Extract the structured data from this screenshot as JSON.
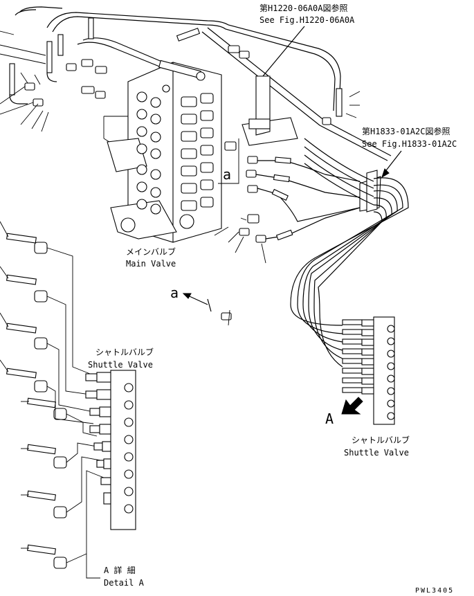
{
  "references": [
    {
      "jp": "第H1220-06A0A図参照",
      "en": "See Fig.H1220-06A0A"
    },
    {
      "jp": "第H1833-01A2C図参照",
      "en": "See Fig.H1833-01A2C"
    }
  ],
  "labels": {
    "main_valve_jp": "メインバルブ",
    "main_valve_en": "Main Valve",
    "shuttle_valve_left_jp": "シャトルバルブ",
    "shuttle_valve_left_en": "Shuttle Valve",
    "shuttle_valve_right_jp": "シャトルバルブ",
    "shuttle_valve_right_en": "Shuttle Valve",
    "detail_jp": "A 詳 細",
    "detail_en": "Detail A",
    "view_a": "A",
    "marker_a_1": "a",
    "marker_a_2": "a",
    "drawing_code": "PWL3405"
  },
  "icons": {
    "view_arrow": "view-direction-arrow-icon"
  }
}
